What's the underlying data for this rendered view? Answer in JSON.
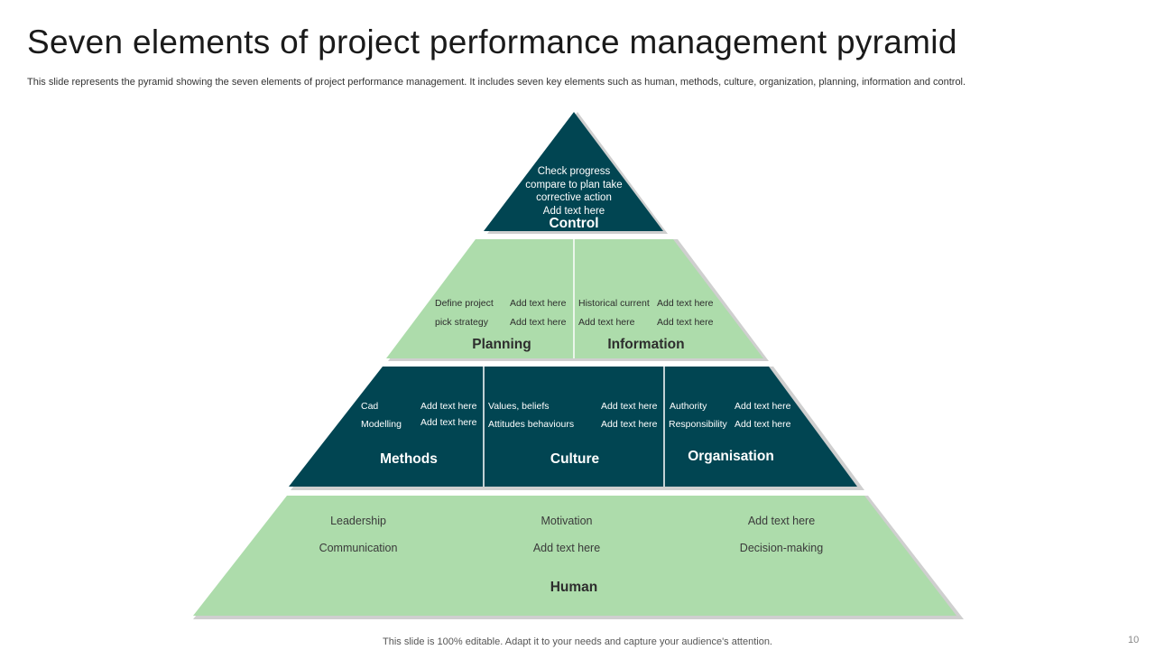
{
  "title": "Seven elements of project performance management pyramid",
  "subtitle": "This slide represents the pyramid showing the seven elements of project performance management. It includes seven key elements such as human, methods, culture, organization, planning, information and control.",
  "colors": {
    "dark_teal": "#014552",
    "light_green": "#addcab",
    "shadow": "#cfcfcf"
  },
  "control": {
    "label": "Control",
    "lines": [
      "Check progress",
      "compare to plan take",
      "corrective action",
      "Add text here"
    ]
  },
  "planning": {
    "label": "Planning",
    "col1": [
      "Define project",
      "pick strategy"
    ],
    "col2": [
      "Add text here",
      "Add text here"
    ]
  },
  "information": {
    "label": "Information",
    "col1": [
      "Historical current",
      "Add text here"
    ],
    "col2": [
      "Add text here",
      "Add text here"
    ]
  },
  "methods": {
    "label": "Methods",
    "col1": [
      "Cad",
      "Modelling"
    ],
    "col2": [
      "Add text here",
      "Add text here"
    ]
  },
  "culture": {
    "label": "Culture",
    "col1": [
      "Values, beliefs",
      "Attitudes behaviours"
    ],
    "col2": [
      "Add text here",
      "Add text here"
    ]
  },
  "organisation": {
    "label": "Organisation",
    "col1": [
      "Authority",
      "Responsibility"
    ],
    "col2": [
      "Add text here",
      "Add text here"
    ]
  },
  "human": {
    "label": "Human",
    "col1": [
      "Leadership",
      "Communication"
    ],
    "col2": [
      "Motivation",
      "Add text here"
    ],
    "col3": [
      "Add text here",
      "Decision-making"
    ]
  },
  "footer": "This slide is 100% editable. Adapt it to your needs and capture your audience's attention.",
  "page_number": "10"
}
